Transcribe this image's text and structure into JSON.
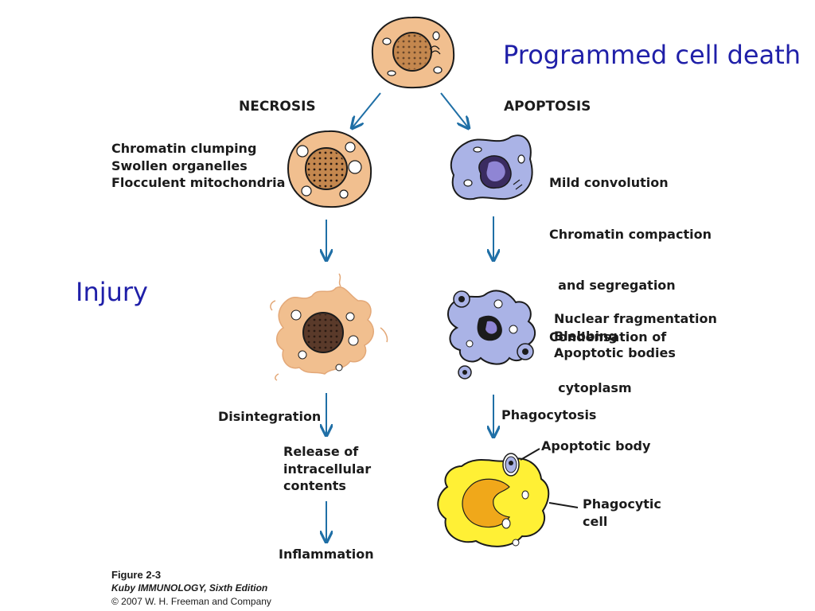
{
  "title": "Programmed cell death",
  "side_label": "Injury",
  "headings": {
    "necrosis": "NECROSIS",
    "apoptosis": "APOPTOSIS"
  },
  "necrosis_stage1": [
    "Chromatin clumping",
    "Swollen organelles",
    "Flocculent mitochondria"
  ],
  "apoptosis_stage1": [
    "Mild convolution",
    "Chromatin compaction",
    "  and segregation",
    "Condensation of",
    "  cytoplasm"
  ],
  "apoptosis_stage2": [
    "Nuclear fragmentation",
    "Blebbing",
    "Apoptotic bodies"
  ],
  "necrosis_steps": {
    "disintegration": "Disintegration",
    "release": [
      "Release of",
      "intracellular",
      "contents"
    ],
    "inflammation": "Inflammation"
  },
  "apoptosis_steps": {
    "phagocytosis": "Phagocytosis",
    "apoptotic_body": "Apoptotic body",
    "phagocytic_cell": [
      "Phagocytic",
      "cell"
    ]
  },
  "caption": {
    "figure": "Figure 2-3",
    "book": "Kuby IMMUNOLOGY, Sixth Edition",
    "copyright": "© 2007 W. H. Freeman and Company"
  },
  "colors": {
    "title": "#1f1fa8",
    "arrow": "#1f6fa6",
    "necrotic_cell": "#f1bf8f",
    "apoptotic_cell": "#aab3e6",
    "phagocyte": "#fff035",
    "phagocyte_nucleus": "#f0a81a"
  }
}
